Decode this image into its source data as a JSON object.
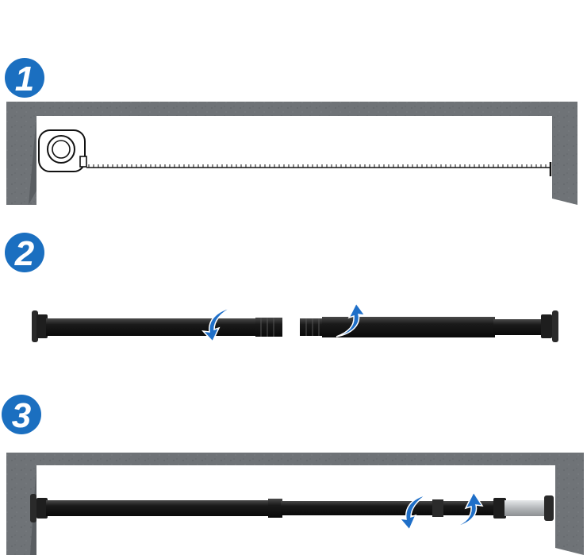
{
  "steps": [
    {
      "number": "1",
      "icon": "tape-measure-icon"
    },
    {
      "number": "2",
      "icon": "rotate-arrows-icon"
    },
    {
      "number": "3",
      "icon": "tension-rod-installed-icon"
    }
  ],
  "colors": {
    "badge": "#1b6fc0",
    "badge_text": "#ffffff",
    "concrete": "#707478",
    "concrete_dark": "#55595d",
    "rod": "#1c1c1c",
    "arrow": "#1f6fc8",
    "silver": "#b9bcbf"
  }
}
